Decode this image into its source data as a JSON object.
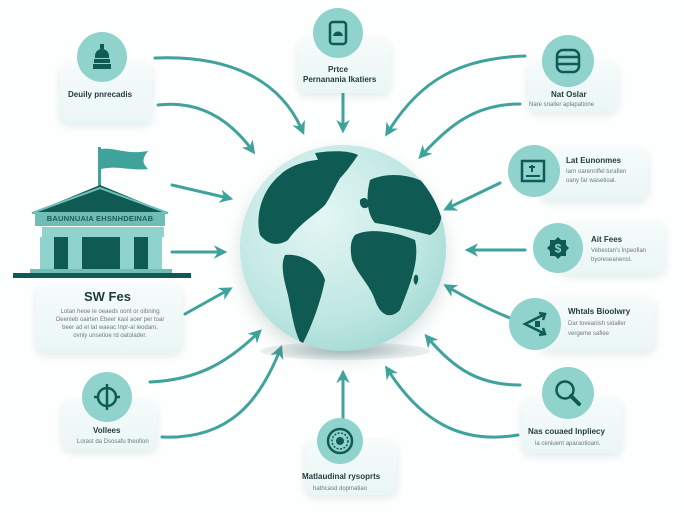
{
  "colors": {
    "accent": "#3fa39b",
    "dark": "#0f5a52",
    "circle": "#8fd3cc",
    "card": "#eef8f7",
    "text": "#1f3b3b"
  },
  "center": {
    "icon": "globe-icon"
  },
  "institution": {
    "icon": "bank-building-icon",
    "banner": "BAUNNUAIA EHSNHDEINAB",
    "flag_icon": "flag-icon"
  },
  "nodes": {
    "top_left": {
      "icon": "padlock-stack-icon",
      "title": "Deuily pnrecadis",
      "subtitle": ""
    },
    "top_center": {
      "icon": "device-tag-icon",
      "title": "Prtce",
      "title2": "Pernanania Ikatiers",
      "subtitle": ""
    },
    "top_right": {
      "icon": "database-stack-icon",
      "title": "Nat Oslar",
      "subtitle": "Nare snaller aplapatione"
    },
    "right_1": {
      "icon": "document-icon",
      "title": "Lat Eunonmes",
      "subtitle": "Iarn oarennffel turafien",
      "subtitle2": "oany far wasetioal."
    },
    "right_2": {
      "icon": "dollar-badge-icon",
      "title": "Ait Fees",
      "subtitle": "Vebestan's lnpeofian",
      "subtitle2": "byoreseanenst."
    },
    "right_3": {
      "icon": "network-arrows-icon",
      "title": "Whtals Bioolwry",
      "subtitle": "Dar toveanish sidaller",
      "subtitle2": "vergeme safiee"
    },
    "bottom_right": {
      "icon": "magnifier-icon",
      "title": "Nas couaed Inpliecy",
      "subtitle": "la ceniuent aparaotioani."
    },
    "bottom_center": {
      "icon": "coin-emblem-icon",
      "title": "Matlaudinal rysoprts",
      "subtitle": "hathcasd dopmatiao"
    },
    "bottom_left": {
      "icon": "crosshair-icon",
      "title": "Vollees",
      "subtitle": "Lorast da Dsosafu theofion"
    },
    "left": {
      "title": "SW Fes",
      "lines": [
        "Lotan heoe le oeaeds oont or oibning",
        "Oeenleb oairten Ebeer kasl aoer per toar",
        "beer ad el Iat waeac Inpr-al ieodam,",
        "ovniy unsetioe rd oatolader."
      ]
    }
  }
}
